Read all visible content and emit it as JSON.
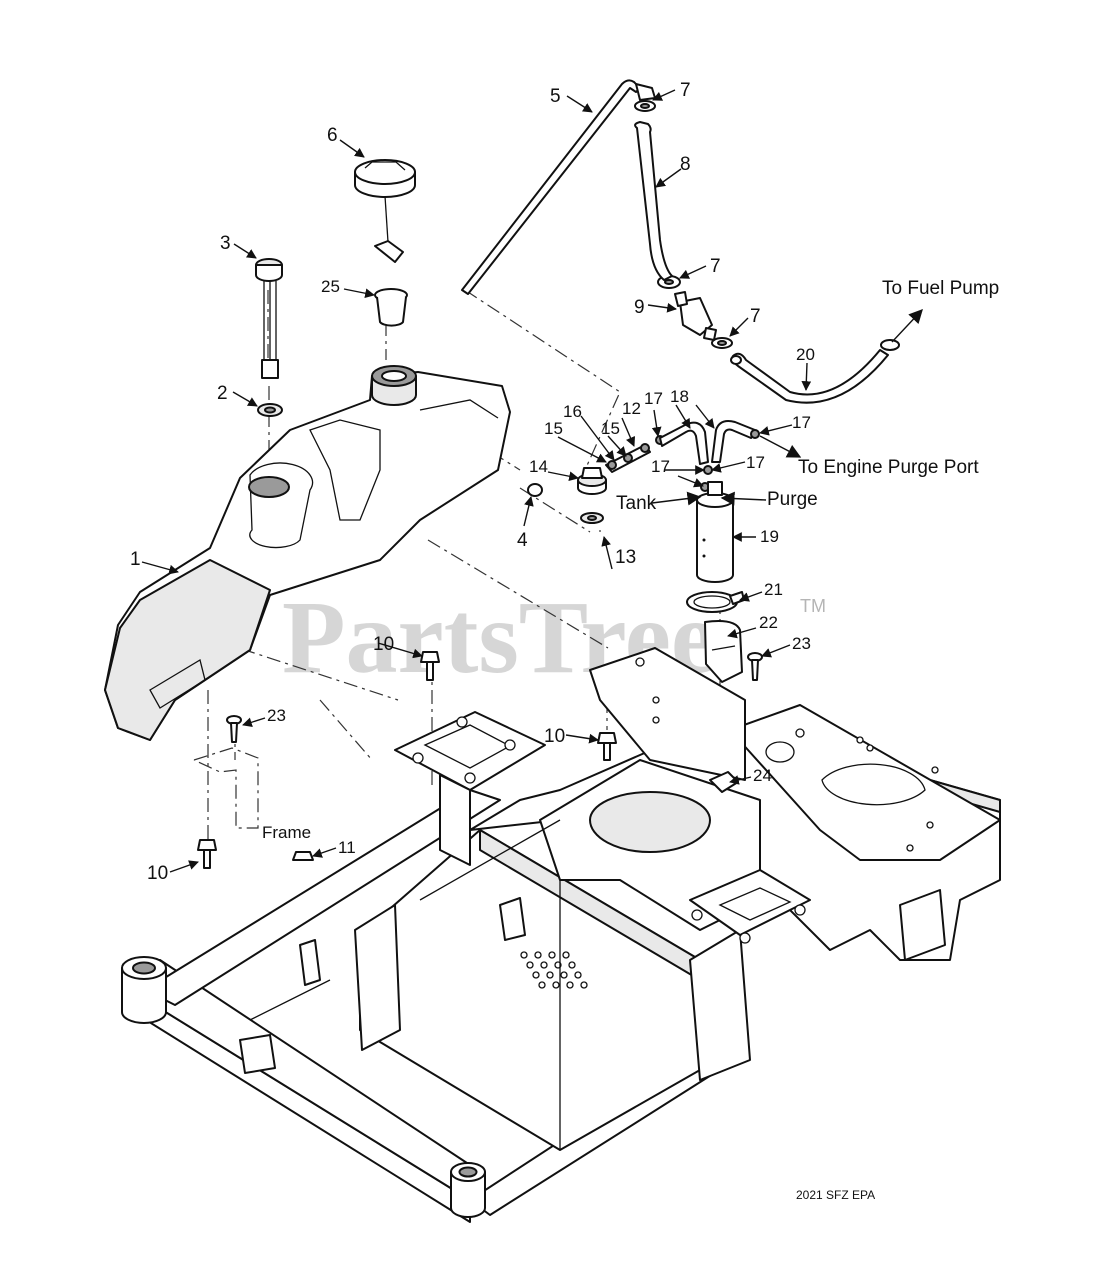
{
  "watermark": {
    "text": "PartsTree",
    "trademark": "TM"
  },
  "caption": "2021 SFZ EPA",
  "callouts": {
    "c1": "1",
    "c2": "2",
    "c3": "3",
    "c4": "4",
    "c5": "5",
    "c6": "6",
    "c7a": "7",
    "c7b": "7",
    "c7c": "7",
    "c8": "8",
    "c9": "9",
    "c10a": "10",
    "c10b": "10",
    "c10c": "10",
    "c11": "11",
    "c12": "12",
    "c13": "13",
    "c14": "14",
    "c15a": "15",
    "c15b": "15",
    "c16": "16",
    "c17a": "17",
    "c17b": "17",
    "c17c": "17",
    "c17d": "17",
    "c18": "18",
    "c19": "19",
    "c20": "20",
    "c21": "21",
    "c22": "22",
    "c23a": "23",
    "c23b": "23",
    "c24": "24",
    "c25": "25"
  },
  "notes": {
    "to_fuel_pump": "To Fuel Pump",
    "to_engine_purge_port": "To Engine Purge Port",
    "tank": "Tank",
    "purge": "Purge",
    "frame": "Frame"
  }
}
